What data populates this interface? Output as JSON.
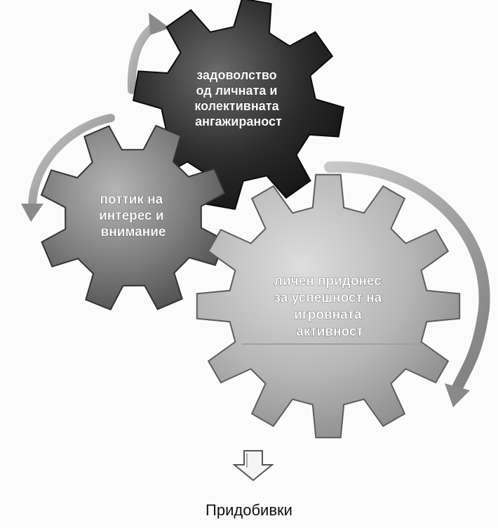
{
  "gears": [
    {
      "id": "top",
      "lines": [
        "задоволство",
        "од  личната и",
        "колективната",
        "ангажираност"
      ]
    },
    {
      "id": "left",
      "lines": [
        "поттик на",
        "интерес и",
        "внимание"
      ]
    },
    {
      "id": "bottom",
      "lines": [
        "личен придонес",
        "за успешност на",
        "игровната",
        "активност"
      ]
    }
  ],
  "result_label": "Придобивки",
  "colors": {
    "gear_dark": "#2a2a2a",
    "gear_mid": "#7a7a7a",
    "gear_light": "#b9b9b9",
    "arrow": "#9a9a9a"
  }
}
